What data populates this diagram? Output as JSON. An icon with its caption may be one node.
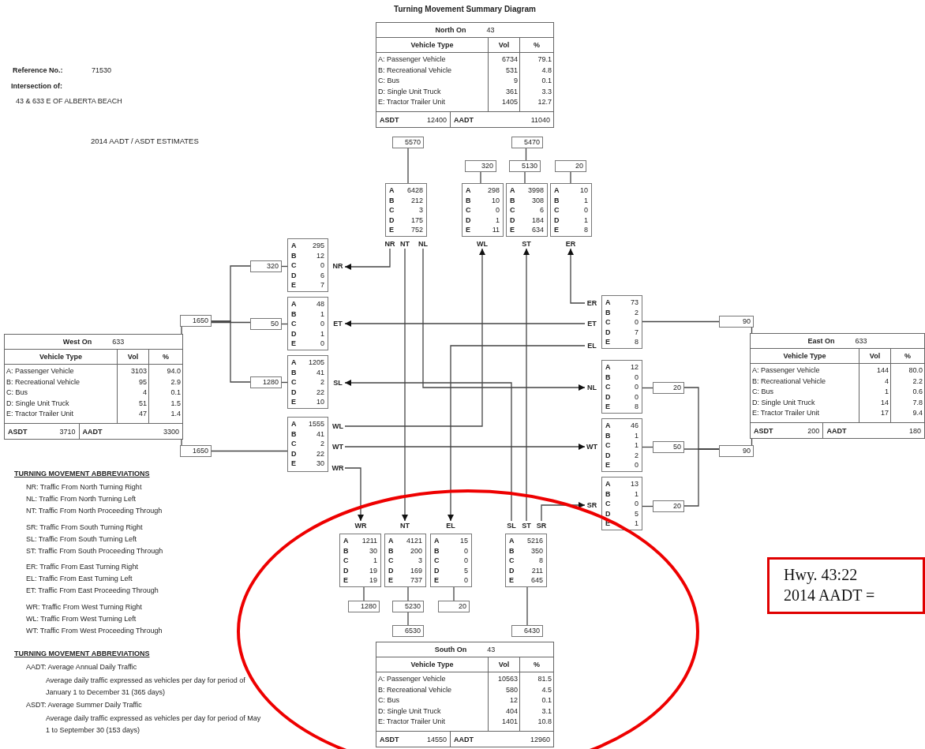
{
  "diagram": {
    "title": "Turning Movement Summary Diagram",
    "nodes": [
      {
        "text": [
          "North On",
          "43",
          "Vehicle Type",
          "Vol",
          "%",
          "A: Passenger Vehicle",
          "6734",
          "79.1",
          "B: Recreational Vehicle",
          "531",
          "4.8",
          "C: Bus",
          "9",
          "0.1",
          "D: Single Unit Truck",
          "361",
          "3.3",
          "E: Tractor Trailer Unit",
          "1405",
          "12.7",
          "ASDT",
          "12400",
          "AADT",
          "11040"
        ]
      },
      {
        "text": [
          "5570"
        ]
      },
      {
        "text": [
          "5470"
        ]
      },
      {
        "text": [
          "320"
        ]
      },
      {
        "text": [
          "5130"
        ]
      },
      {
        "text": [
          "20"
        ]
      },
      {
        "text": [
          "A B C D E",
          "6428 212 3 175 752"
        ]
      },
      {
        "text": [
          "A B C D E",
          "298 10 0 1 11"
        ]
      },
      {
        "text": [
          "A B C D E",
          "3998 308 6 184 634"
        ]
      },
      {
        "text": [
          "A B C D E",
          "10 1 0 1 8"
        ]
      },
      {
        "text": [
          "NR"
        ]
      },
      {
        "text": [
          "NT"
        ]
      },
      {
        "text": [
          "NL"
        ]
      },
      {
        "text": [
          "WL"
        ]
      },
      {
        "text": [
          "ST"
        ]
      },
      {
        "text": [
          "ER"
        ]
      },
      {
        "text": [
          "A B C D E",
          "295 12 0 6 7"
        ]
      },
      {
        "text": [
          "NR"
        ]
      },
      {
        "text": [
          "320"
        ]
      },
      {
        "text": [
          "1650"
        ]
      },
      {
        "text": [
          "50"
        ]
      },
      {
        "text": [
          "A B C D E",
          "48 1 0 1 0"
        ]
      },
      {
        "text": [
          "ET"
        ]
      },
      {
        "text": [
          "West On",
          "633",
          "Vehicle Type",
          "Vol",
          "%",
          "A: Passenger Vehicle",
          "3103",
          "94.0",
          "B: Recreational Vehicle",
          "95",
          "2.9",
          "C: Bus",
          "4",
          "0.1",
          "D: Single Unit Truck",
          "51",
          "1.5",
          "E: Tractor Trailer Unit",
          "47",
          "1.4",
          "ASDT",
          "3710",
          "AADT",
          "3300"
        ]
      },
      {
        "text": [
          "1280"
        ]
      },
      {
        "text": [
          "A B C D E",
          "1205 41 2 22 10"
        ]
      },
      {
        "text": [
          "SL"
        ]
      },
      {
        "text": [
          "A B C D E",
          "1555 41 2 22 30"
        ]
      },
      {
        "text": [
          "WL"
        ]
      },
      {
        "text": [
          "WT"
        ]
      },
      {
        "text": [
          "WR"
        ]
      },
      {
        "text": [
          "1650"
        ]
      },
      {
        "text": [
          "ER"
        ]
      },
      {
        "text": [
          "ET"
        ]
      },
      {
        "text": [
          "EL"
        ]
      },
      {
        "text": [
          "A B C D E",
          "73 2 0 7 8"
        ]
      },
      {
        "text": [
          "90"
        ]
      },
      {
        "text": [
          "East On",
          "633",
          "Vehicle Type",
          "Vol",
          "%",
          "A: Passenger Vehicle",
          "144",
          "80.0",
          "B: Recreational Vehicle",
          "4",
          "2.2",
          "C: Bus",
          "1",
          "0.6",
          "D: Single Unit Truck",
          "14",
          "7.8",
          "E: Tractor Trailer Unit",
          "17",
          "9.4",
          "ASDT",
          "200",
          "AADT",
          "180"
        ]
      },
      {
        "text": [
          "NL"
        ]
      },
      {
        "text": [
          "A B C D E",
          "12 0 0 0 8"
        ]
      },
      {
        "text": [
          "20"
        ]
      },
      {
        "text": [
          "WT"
        ]
      },
      {
        "text": [
          "A B C D E",
          "46 1 1 2 0"
        ]
      },
      {
        "text": [
          "50"
        ]
      },
      {
        "text": [
          "90"
        ]
      },
      {
        "text": [
          "SR"
        ]
      },
      {
        "text": [
          "A B C D E",
          "13 1 0 5 1"
        ]
      },
      {
        "text": [
          "20"
        ]
      },
      {
        "text": [
          "WR"
        ]
      },
      {
        "text": [
          "NT"
        ]
      },
      {
        "text": [
          "EL"
        ]
      },
      {
        "text": [
          "SL"
        ]
      },
      {
        "text": [
          "ST"
        ]
      },
      {
        "text": [
          "SR"
        ]
      },
      {
        "text": [
          "A B C D E",
          "1211 30 1 19 19"
        ]
      },
      {
        "text": [
          "A B C D E",
          "4121 200 3 169 737"
        ]
      },
      {
        "text": [
          "A B C D E",
          "15 0 0 5 0"
        ]
      },
      {
        "text": [
          "A B C D E",
          "5216 350 8 211 645"
        ]
      },
      {
        "text": [
          "1280"
        ]
      },
      {
        "text": [
          "5230"
        ]
      },
      {
        "text": [
          "20"
        ]
      },
      {
        "text": [
          "6530"
        ]
      },
      {
        "text": [
          "6430"
        ]
      },
      {
        "text": [
          "South On",
          "43",
          "Vehicle Type",
          "Vol",
          "%",
          "A: Passenger Vehicle",
          "10563",
          "81.5",
          "B: Recreational Vehicle",
          "580",
          "4.5",
          "C: Bus",
          "12",
          "0.1",
          "D: Single Unit Truck",
          "404",
          "3.1",
          "E: Tractor Trailer Unit",
          "1401",
          "10.8",
          "ASDT",
          "14550",
          "AADT",
          "12960"
        ]
      },
      {
        "text": [
          "Hwy. 43:22",
          "2014 AADT ="
        ]
      }
    ],
    "edges": [
      {
        "from": 10,
        "to": 17,
        "arrow": "to"
      },
      {
        "from": 11,
        "to": 49,
        "arrow": "to"
      },
      {
        "from": 12,
        "to": 38,
        "arrow": "to"
      },
      {
        "from": 28,
        "to": 13,
        "arrow": "to"
      },
      {
        "from": 29,
        "to": 41,
        "arrow": "to"
      },
      {
        "from": 30,
        "to": 48,
        "arrow": "to"
      },
      {
        "from": 32,
        "to": 15,
        "arrow": "to"
      },
      {
        "from": 33,
        "to": 22,
        "arrow": "to"
      },
      {
        "from": 34,
        "to": 50,
        "arrow": "to"
      },
      {
        "from": 51,
        "to": 26,
        "arrow": "to"
      },
      {
        "from": 52,
        "to": 14,
        "arrow": "to"
      },
      {
        "from": 53,
        "to": 45,
        "arrow": "to"
      },
      {
        "from": 1,
        "to": 6,
        "arrow": "none"
      },
      {
        "from": 2,
        "to": 4,
        "arrow": "none"
      },
      {
        "from": 3,
        "to": 7,
        "arrow": "none"
      },
      {
        "from": 4,
        "to": 8,
        "arrow": "none"
      },
      {
        "from": 5,
        "to": 9,
        "arrow": "none"
      },
      {
        "from": 23,
        "to": 19,
        "arrow": "none"
      },
      {
        "from": 19,
        "to": 18,
        "arrow": "none"
      },
      {
        "from": 19,
        "to": 20,
        "arrow": "none"
      },
      {
        "from": 19,
        "to": 24,
        "arrow": "none"
      },
      {
        "from": 18,
        "to": 16,
        "arrow": "none"
      },
      {
        "from": 20,
        "to": 21,
        "arrow": "none"
      },
      {
        "from": 24,
        "to": 25,
        "arrow": "none"
      },
      {
        "from": 23,
        "to": 31,
        "arrow": "none"
      },
      {
        "from": 31,
        "to": 27,
        "arrow": "none"
      },
      {
        "from": 35,
        "to": 36,
        "arrow": "none"
      },
      {
        "from": 37,
        "to": 36,
        "arrow": "none"
      },
      {
        "from": 37,
        "to": 44,
        "arrow": "none"
      },
      {
        "from": 44,
        "to": 40,
        "arrow": "none"
      },
      {
        "from": 44,
        "to": 43,
        "arrow": "none"
      },
      {
        "from": 44,
        "to": 47,
        "arrow": "none"
      },
      {
        "from": 40,
        "to": 39,
        "arrow": "none"
      },
      {
        "from": 43,
        "to": 42,
        "arrow": "none"
      },
      {
        "from": 47,
        "to": 46,
        "arrow": "none"
      },
      {
        "from": 54,
        "to": 58,
        "arrow": "none"
      },
      {
        "from": 55,
        "to": 59,
        "arrow": "none"
      },
      {
        "from": 56,
        "to": 60,
        "arrow": "none"
      },
      {
        "from": 59,
        "to": 61,
        "arrow": "none"
      },
      {
        "from": 57,
        "to": 62,
        "arrow": "none"
      }
    ],
    "labels": [
      "Reference No.:",
      "71530",
      "Intersection of:",
      "43 & 633 E OF ALBERTA BEACH",
      "2014 AADT / ASDT ESTIMATES",
      "TURNING MOVEMENT ABBREVIATIONS",
      "NR: Traffic From North Turning Right",
      "NL: Traffic From North Turning Left",
      "NT: Traffic From North Proceeding Through",
      "SR: Traffic From South Turning Right",
      "SL: Traffic From South Turning Left",
      "ST: Traffic From South Proceeding Through",
      "ER: Traffic From East Turning Right",
      "EL: Traffic From East Turning Left",
      "ET: Traffic From East Proceeding Through",
      "WR: Traffic From West Turning Right",
      "WL: Traffic From West Turning Left",
      "WT: Traffic From West Proceeding Through",
      "TURNING MOVEMENT ABBREVIATIONS",
      "AADT: Average Annual Daily Traffic",
      "Average daily traffic expressed as vehicles per day for period of January 1 to December 31 (365 days)",
      "ASDT: Average Summer Daily Traffic",
      "Average daily traffic expressed as vehicles per day for period of May 1 to September 30 (153 days)"
    ]
  }
}
